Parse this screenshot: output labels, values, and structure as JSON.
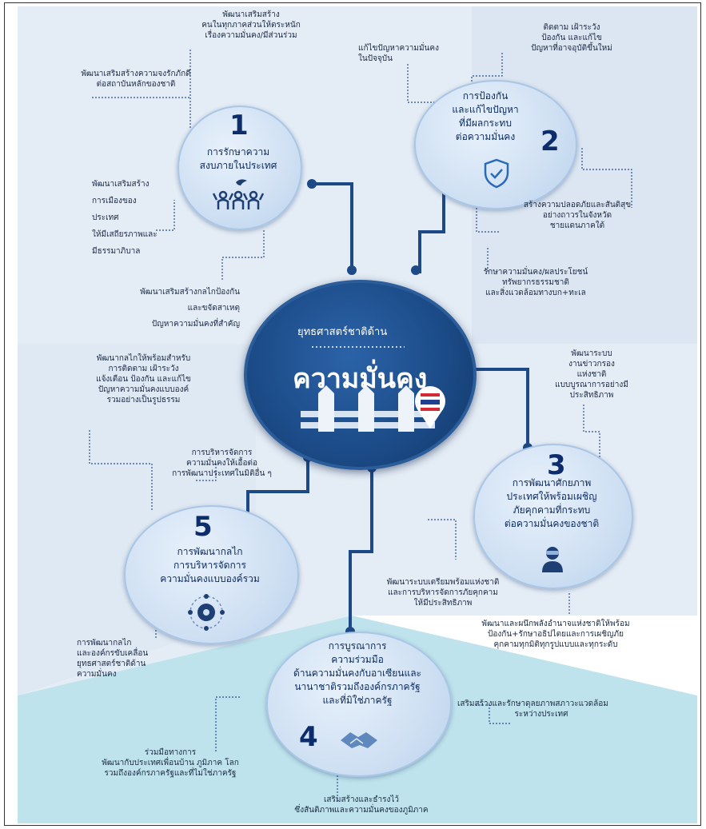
{
  "center": {
    "subtitle": "ยุทธศาสตร์ชาติด้าน",
    "title": "ความมั่นคง"
  },
  "nodes": {
    "n1": {
      "number": "1",
      "title_lines": [
        "การรักษาความ",
        "สงบภายในประเทศ"
      ]
    },
    "n2": {
      "number": "2",
      "title_lines": [
        "การป้องกัน",
        "และแก้ไขปัญหา",
        "ที่มีผลกระทบ",
        "ต่อความมั่นคง"
      ]
    },
    "n3": {
      "number": "3",
      "title_lines": [
        "การพัฒนาศักยภาพ",
        "ประเทศให้พร้อมเผชิญ",
        "ภัยคุกคามที่กระทบ",
        "ต่อความมั่นคงของชาติ"
      ]
    },
    "n4": {
      "number": "4",
      "title_lines": [
        "การบูรณาการ",
        "ความร่วมมือ",
        "ด้านความมั่นคงกับอาเซียนและ",
        "นานาชาติรวมถึงองค์กรภาครัฐ",
        "และที่มิใช่ภาครัฐ"
      ]
    },
    "n5": {
      "number": "5",
      "title_lines": [
        "การพัฒนากลไก",
        "การบริหารจัดการ",
        "ความมั่นคงแบบองค์รวม"
      ]
    }
  },
  "notes": {
    "a1": [
      "พัฒนาเสริมสร้าง",
      "คนในทุกภาคส่วนให้ตระหนัก",
      "เรื่องความมั่นคง/มีส่วนร่วม"
    ],
    "a2": [
      "พัฒนาเสริมสร้างความจงรักภักดี",
      "ต่อสถาบันหลักของชาติ"
    ],
    "a3": [
      "พัฒนาเสริมสร้าง",
      "การเมืองของ",
      "ประเทศ",
      "ให้มีเสถียรภาพและ",
      "มีธรรมาภิบาล"
    ],
    "a4": [
      "พัฒนาเสริมสร้างกลไกป้องกัน",
      "และขจัดสาเหตุ",
      "ปัญหาความมั่นคงที่สำคัญ"
    ],
    "b1": [
      "แก้ไขปัญหาความมั่นคง",
      "ในปัจจุบัน"
    ],
    "b2": [
      "ติดตาม เฝ้าระวัง",
      "ป้องกัน และแก้ไข",
      "ปัญหาที่อาจอุบัติขึ้นใหม่"
    ],
    "b3": [
      "สร้างความปลอดภัยและสันติสุข",
      "อย่างถาวรในจังหวัด",
      "ชายแดนภาคใต้"
    ],
    "b4": [
      "รักษาความมั่นคง/ผลประโยชน์",
      "ทรัพยากรธรรมชาติ",
      "และสิ่งแวดล้อมทางบก+ทะเล"
    ],
    "c1": [
      "พัฒนาระบบ",
      "งานข่าวกรอง",
      "แห่งชาติ",
      "แบบบูรณาการอย่างมี",
      "ประสิทธิภาพ"
    ],
    "c2": [
      "พัฒนาระบบเตรียมพร้อมแห่งชาติ",
      "และการบริหารจัดการภัยคุกคาม",
      "ให้มีประสิทธิภาพ"
    ],
    "c3": [
      "พัฒนาและผนึกพลังอำนาจแห่งชาติให้พร้อม",
      "ป้องกัน+รักษาอธิปไตยและการเผชิญภัย",
      "คุกคามทุกมิติทุกรูปแบบและทุกระดับ"
    ],
    "d1": [
      "เสริมสร้างและรักษาดุลยภาพสภาวะแวดล้อม",
      "ระหว่างประเทศ"
    ],
    "d2": [
      "ร่วมมือทางการ",
      "พัฒนากับประเทศเพื่อนบ้าน ภูมิภาค โลก",
      "รวมถึงองค์กรภาครัฐและที่ไม่ใช่ภาครัฐ"
    ],
    "d3": [
      "เสริมสร้างและธำรงไว้",
      "ซึ่งสันติภาพและความมั่นคงของภูมิภาค"
    ],
    "e1": [
      "พัฒนากลไกให้พร้อมสำหรับ",
      "การติดตาม เฝ้าระวัง",
      "แจ้งเตือน ป้องกัน และแก้ไข",
      "ปัญหาความมั่นคงแบบองค์",
      "รวมอย่างเป็นรูปธรรม"
    ],
    "e2": [
      "การบริหารจัดการ",
      "ความมั่นคงให้เอื้อต่อ",
      "การพัฒนาประเทศในมิติอื่น ๆ"
    ],
    "e3": [
      "การพัฒนากลไก",
      "และองค์กรขับเคลื่อน",
      "ยุทธศาสตร์ชาติด้าน",
      "ความมั่นคง"
    ]
  },
  "colors": {
    "connector": "#1d4a86",
    "dotted": "#2a4f8a",
    "bg_top": "#e4ecf5",
    "bg_bottom": "#bfe3ec"
  }
}
